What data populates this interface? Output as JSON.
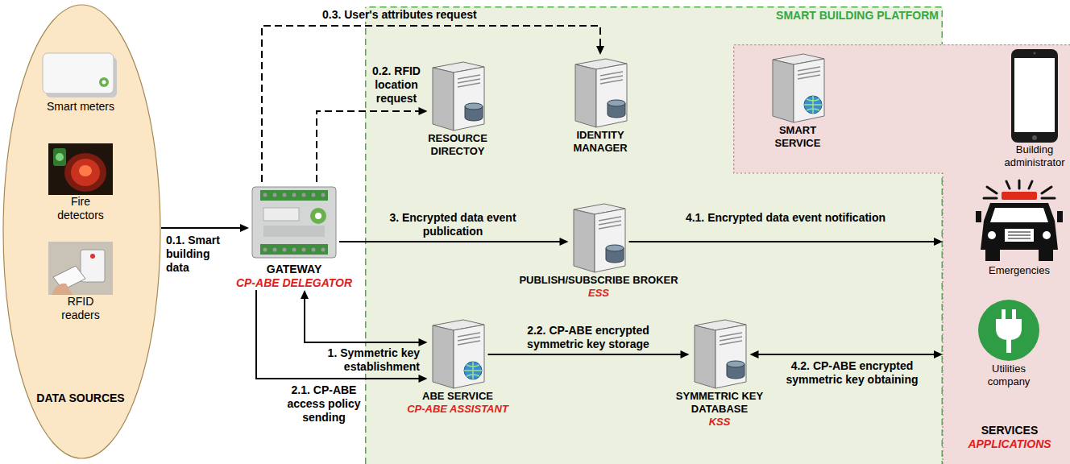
{
  "diagram": {
    "nodes": [
      {
        "text": [
          "DATA SOURCES"
        ]
      },
      {
        "text": [
          "Smart meters"
        ],
        "in": 0
      },
      {
        "text": [
          "Fire detectors"
        ],
        "in": 0
      },
      {
        "text": [
          "RFID readers"
        ],
        "in": 0
      },
      {
        "text": [
          "GATEWAY",
          "CP-ABE DELEGATOR"
        ]
      },
      {
        "text": [
          "SMART BUILDING PLATFORM"
        ]
      },
      {
        "text": [
          "RESOURCE DIRECTOY"
        ],
        "in": 5
      },
      {
        "text": [
          "IDENTITY MANAGER"
        ],
        "in": 5
      },
      {
        "text": [
          "SERVICES",
          "APPLICATIONS"
        ]
      },
      {
        "text": [
          "SMART SERVICE"
        ],
        "in": 8
      },
      {
        "text": [
          "Building administrator"
        ],
        "in": 8
      },
      {
        "text": [
          "PUBLISH/SUBSCRIBE BROKER",
          "ESS"
        ],
        "in": 5
      },
      {
        "text": [
          "Emergencies"
        ],
        "in": 8
      },
      {
        "text": [
          "ABE SERVICE",
          "CP-ABE ASSISTANT"
        ],
        "in": 5
      },
      {
        "text": [
          "SYMMETRIC KEY DATABASE",
          "KSS"
        ],
        "in": 5
      },
      {
        "text": [
          "Utilities company"
        ],
        "in": 8
      }
    ],
    "edges": [
      {
        "from": 0,
        "to": 4,
        "label": "0.1. Smart building data",
        "arrow": "to"
      },
      {
        "from": 4,
        "to": 6,
        "label": "0.2. RFID location request",
        "arrow": "to"
      },
      {
        "from": 4,
        "to": 7,
        "label": "0.3. User's attributes request",
        "arrow": "to"
      },
      {
        "from": 4,
        "to": 13,
        "label": "1. Symmetric key establishment",
        "arrow": "both"
      },
      {
        "from": 4,
        "to": 13,
        "label": "2.1. CP-ABE access policy sending",
        "arrow": "to"
      },
      {
        "from": 13,
        "to": 14,
        "label": "2.2. CP-ABE encrypted symmetric key storage",
        "arrow": "to"
      },
      {
        "from": 4,
        "to": 11,
        "label": "3. Encrypted data event publication",
        "arrow": "to"
      },
      {
        "from": 11,
        "to": 8,
        "label": "4.1. Encrypted data event notification",
        "arrow": "to"
      },
      {
        "from": 14,
        "to": 8,
        "label": "4.2. CP-ABE encrypted symmetric key obtaining",
        "arrow": "both"
      }
    ]
  }
}
